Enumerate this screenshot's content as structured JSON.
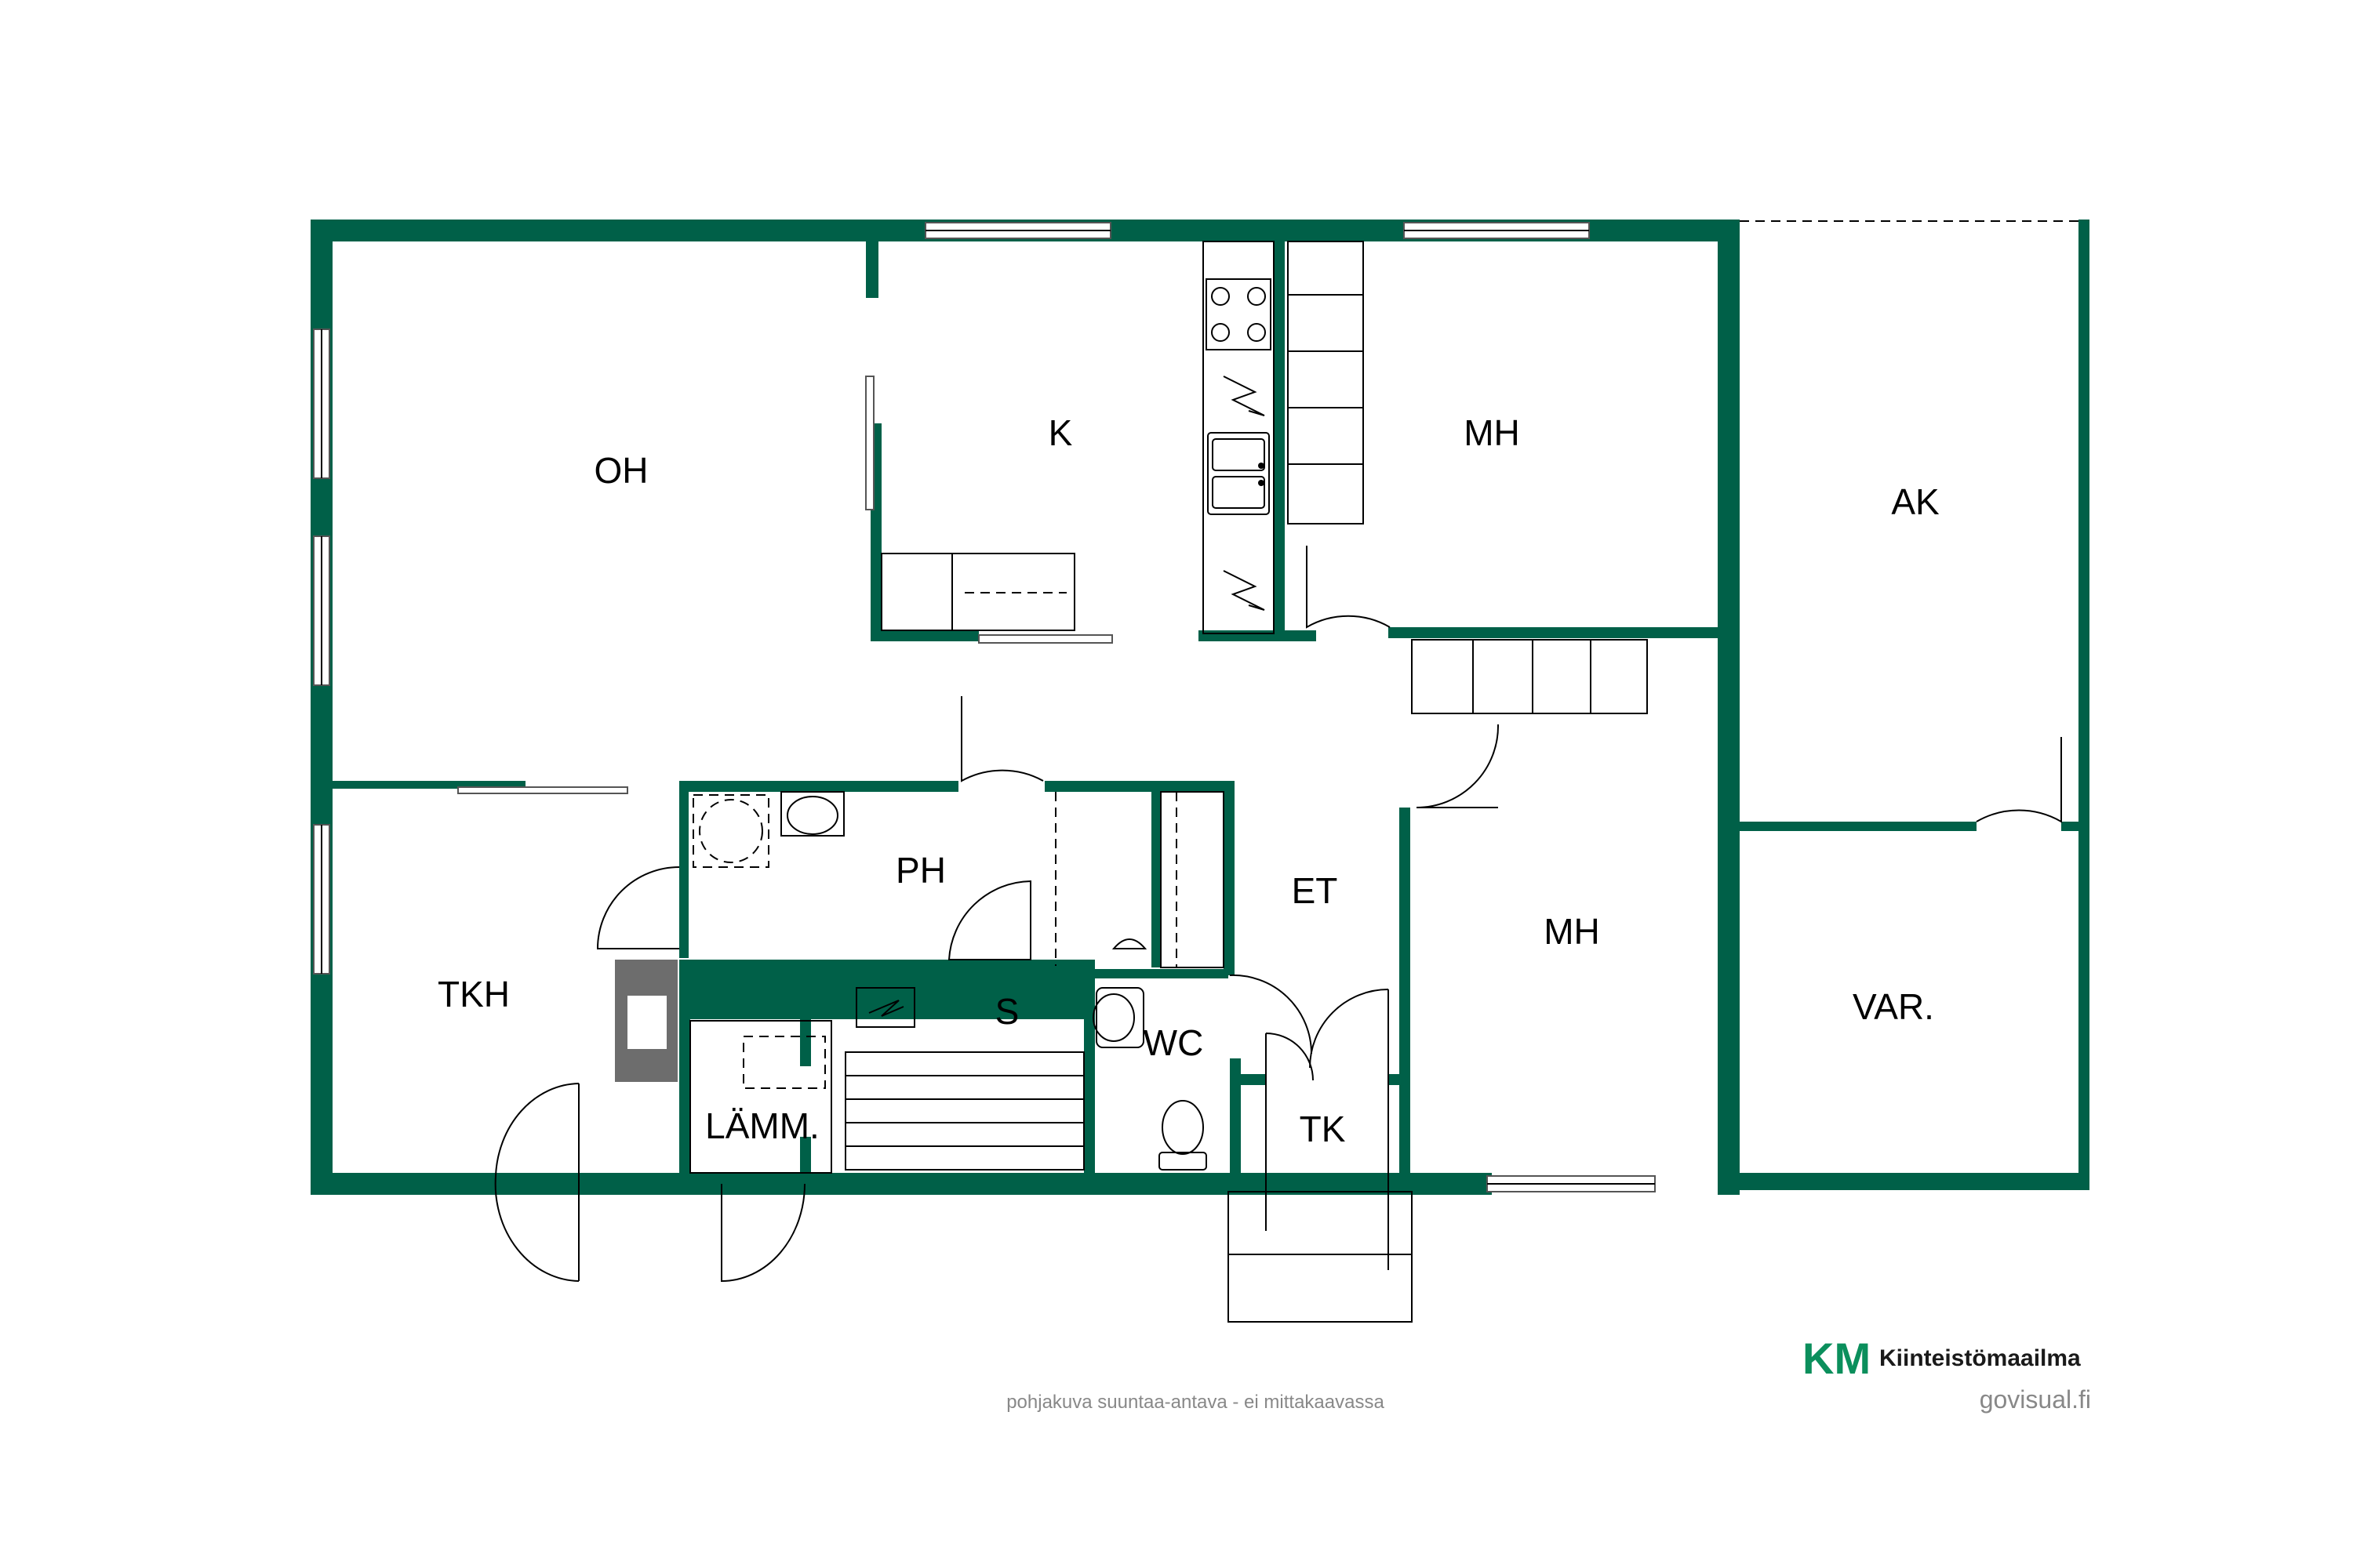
{
  "colors": {
    "wall": "#006048",
    "logo_accent": "#0b8f5c",
    "note": "#888888"
  },
  "rooms": {
    "oh": "OH",
    "k": "K",
    "mh_top": "MH",
    "ak": "AK",
    "ph": "PH",
    "et": "ET",
    "mh_bottom": "MH",
    "tkh": "TKH",
    "s": "S",
    "wc": "WC",
    "tk": "TK",
    "lamm": "LÄMM.",
    "var": "VAR."
  },
  "footer": {
    "logo_mark": "KM",
    "logo_name": "Kiinteistömaailma",
    "disclaimer": "pohjakuva suuntaa-antava - ei mittakaavassa",
    "credit": "govisual.fi"
  },
  "icons": [
    "stove-icon",
    "electric-symbol-icon",
    "sink-icon",
    "toilet-icon",
    "washbasin-icon",
    "fireplace-icon",
    "sauna-bench-icon",
    "door-swing-icon",
    "window-icon"
  ]
}
